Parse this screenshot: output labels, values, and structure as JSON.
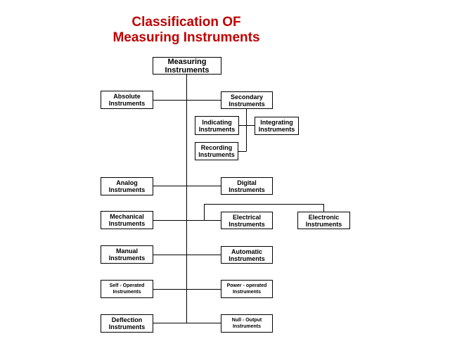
{
  "title": {
    "line1": "Classification OF",
    "line2": "Measuring Instruments"
  },
  "nodes": {
    "root": [
      "Measuring",
      "Instruments"
    ],
    "absolute": [
      "Absolute",
      "Instruments"
    ],
    "secondary": [
      "Secondary",
      "Instruments"
    ],
    "indicating": [
      "Indicating",
      "Instruments"
    ],
    "integrating": [
      "Integrating",
      "Instruments"
    ],
    "recording": [
      "Recording",
      "Instruments"
    ],
    "analog": [
      "Analog",
      "Instruments"
    ],
    "digital": [
      "Digital",
      "Instruments"
    ],
    "mechanical": [
      "Mechanical",
      "Instruments"
    ],
    "electrical": [
      "Electrical",
      "Instruments"
    ],
    "electronic": [
      "Electronic",
      "Instruments"
    ],
    "manual": [
      "Manual",
      "Instruments"
    ],
    "automatic": [
      "Automatic",
      "Instruments"
    ],
    "self_operated": [
      "Self - Operated",
      "Instruments"
    ],
    "power_operated": [
      "Power - operated",
      "Instruments"
    ],
    "deflection": [
      "Deflection",
      "Instruments"
    ],
    "null_output": [
      "Null - Output",
      "Instruments"
    ]
  }
}
